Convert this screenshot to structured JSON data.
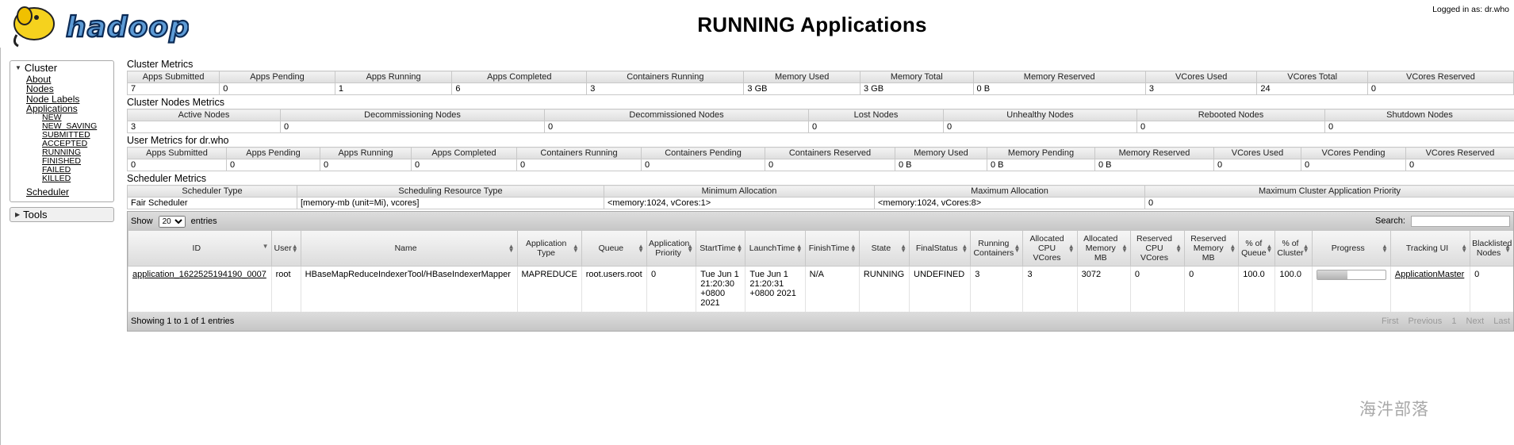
{
  "header": {
    "logo_text": "hadoop",
    "title": "RUNNING Applications",
    "logged_in": "Logged in as: dr.who"
  },
  "nav": {
    "cluster_label": "Cluster",
    "links": [
      "About",
      "Nodes",
      "Node Labels",
      "Applications"
    ],
    "app_states": [
      "NEW",
      "NEW_SAVING",
      "SUBMITTED",
      "ACCEPTED",
      "RUNNING",
      "FINISHED",
      "FAILED",
      "KILLED"
    ],
    "scheduler": "Scheduler",
    "tools_label": "Tools"
  },
  "cluster_metrics": {
    "title": "Cluster Metrics",
    "headers": [
      "Apps Submitted",
      "Apps Pending",
      "Apps Running",
      "Apps Completed",
      "Containers Running",
      "Memory Used",
      "Memory Total",
      "Memory Reserved",
      "VCores Used",
      "VCores Total",
      "VCores Reserved"
    ],
    "values": [
      "7",
      "0",
      "1",
      "6",
      "3",
      "3 GB",
      "3 GB",
      "0 B",
      "3",
      "24",
      "0"
    ]
  },
  "node_metrics": {
    "title": "Cluster Nodes Metrics",
    "headers": [
      "Active Nodes",
      "Decommissioning Nodes",
      "Decommissioned Nodes",
      "Lost Nodes",
      "Unhealthy Nodes",
      "Rebooted Nodes",
      "Shutdown Nodes"
    ],
    "values": [
      "3",
      "0",
      "0",
      "0",
      "0",
      "0",
      "0"
    ]
  },
  "user_metrics": {
    "title": "User Metrics for dr.who",
    "headers": [
      "Apps Submitted",
      "Apps Pending",
      "Apps Running",
      "Apps Completed",
      "Containers Running",
      "Containers Pending",
      "Containers Reserved",
      "Memory Used",
      "Memory Pending",
      "Memory Reserved",
      "VCores Used",
      "VCores Pending",
      "VCores Reserved"
    ],
    "values": [
      "0",
      "0",
      "0",
      "0",
      "0",
      "0",
      "0",
      "0 B",
      "0 B",
      "0 B",
      "0",
      "0",
      "0"
    ]
  },
  "scheduler_metrics": {
    "title": "Scheduler Metrics",
    "headers": [
      "Scheduler Type",
      "Scheduling Resource Type",
      "Minimum Allocation",
      "Maximum Allocation",
      "Maximum Cluster Application Priority"
    ],
    "values": [
      "Fair Scheduler",
      "[memory-mb (unit=Mi), vcores]",
      "<memory:1024, vCores:1>",
      "<memory:1024, vCores:8>",
      "0"
    ]
  },
  "apps_table": {
    "show_label": "Show",
    "entries_value": "20",
    "entries_label": "entries",
    "search_label": "Search:",
    "headers": [
      "ID",
      "User",
      "Name",
      "Application Type",
      "Queue",
      "Application Priority",
      "StartTime",
      "LaunchTime",
      "FinishTime",
      "State",
      "FinalStatus",
      "Running Containers",
      "Allocated CPU VCores",
      "Allocated Memory MB",
      "Reserved CPU VCores",
      "Reserved Memory MB",
      "% of Queue",
      "% of Cluster",
      "Progress",
      "Tracking UI",
      "Blacklisted Nodes"
    ],
    "row": {
      "id": "application_1622525194190_0007",
      "user": "root",
      "name": "HBaseMapReduceIndexerTool/HBaseIndexerMapper",
      "type": "MAPREDUCE",
      "queue": "root.users.root",
      "priority": "0",
      "start": "Tue Jun 1 21:20:30 +0800 2021",
      "launch": "Tue Jun 1 21:20:31 +0800 2021",
      "finish": "N/A",
      "state": "RUNNING",
      "final_status": "UNDEFINED",
      "running_containers": "3",
      "alloc_vcores": "3",
      "alloc_mem": "3072",
      "res_vcores": "0",
      "res_mem": "0",
      "pct_queue": "100.0",
      "pct_cluster": "100.0",
      "progress": 0.45,
      "tracking": "ApplicationMaster",
      "blacklisted": "0"
    },
    "footer_info": "Showing 1 to 1 of 1 entries",
    "pager": [
      "First",
      "Previous",
      "1",
      "Next",
      "Last"
    ]
  },
  "watermark": "海汼部落"
}
